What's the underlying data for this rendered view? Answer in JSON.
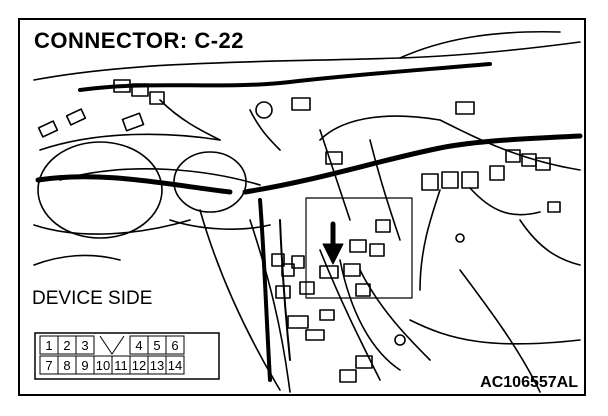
{
  "title": "CONNECTOR: C-22",
  "device_side_label": "DEVICE SIDE",
  "figure_code": "AC106557AL",
  "pins": {
    "top": [
      "1",
      "2",
      "3",
      "",
      "4",
      "5",
      "6"
    ],
    "bottom": [
      "7",
      "8",
      "9",
      "10",
      "11",
      "12",
      "13",
      "14"
    ]
  }
}
